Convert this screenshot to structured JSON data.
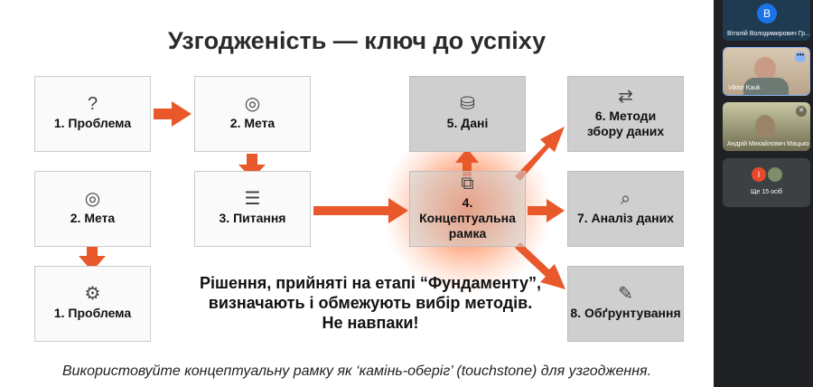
{
  "slide": {
    "title": "Узгодженість — ключ до успіху",
    "boxes": {
      "problem1": "1. Проблема",
      "goal1": "2. Мета",
      "goal2": "2. Мета",
      "questions": "3. Питання",
      "problem2": "1. Проблема",
      "data": "5. Дані",
      "framework": "4. Концептуальна рамка",
      "methods": "6. Методи збору даних",
      "analysis": "7. Аналіз даних",
      "justification": "8. Обґрунтування"
    },
    "message": [
      "Рішення, прийняті на етапі “Фундаменту”,",
      "визначають і обмежують вибір методів.",
      "Не навпаки!"
    ],
    "footer": "Використовуйте концептуальну рамку як ‘камінь-оберіг’ (touchstone) для узгодження.",
    "accent": "#e8582a"
  },
  "participants": [
    {
      "initial": "В",
      "name": "Віталій Володимирович Гр..."
    },
    {
      "name": "Viktor Kauk"
    },
    {
      "name": "Андрій Михайлович Мацько"
    },
    {
      "initial": "І",
      "label": "Ще 15 осіб"
    }
  ]
}
